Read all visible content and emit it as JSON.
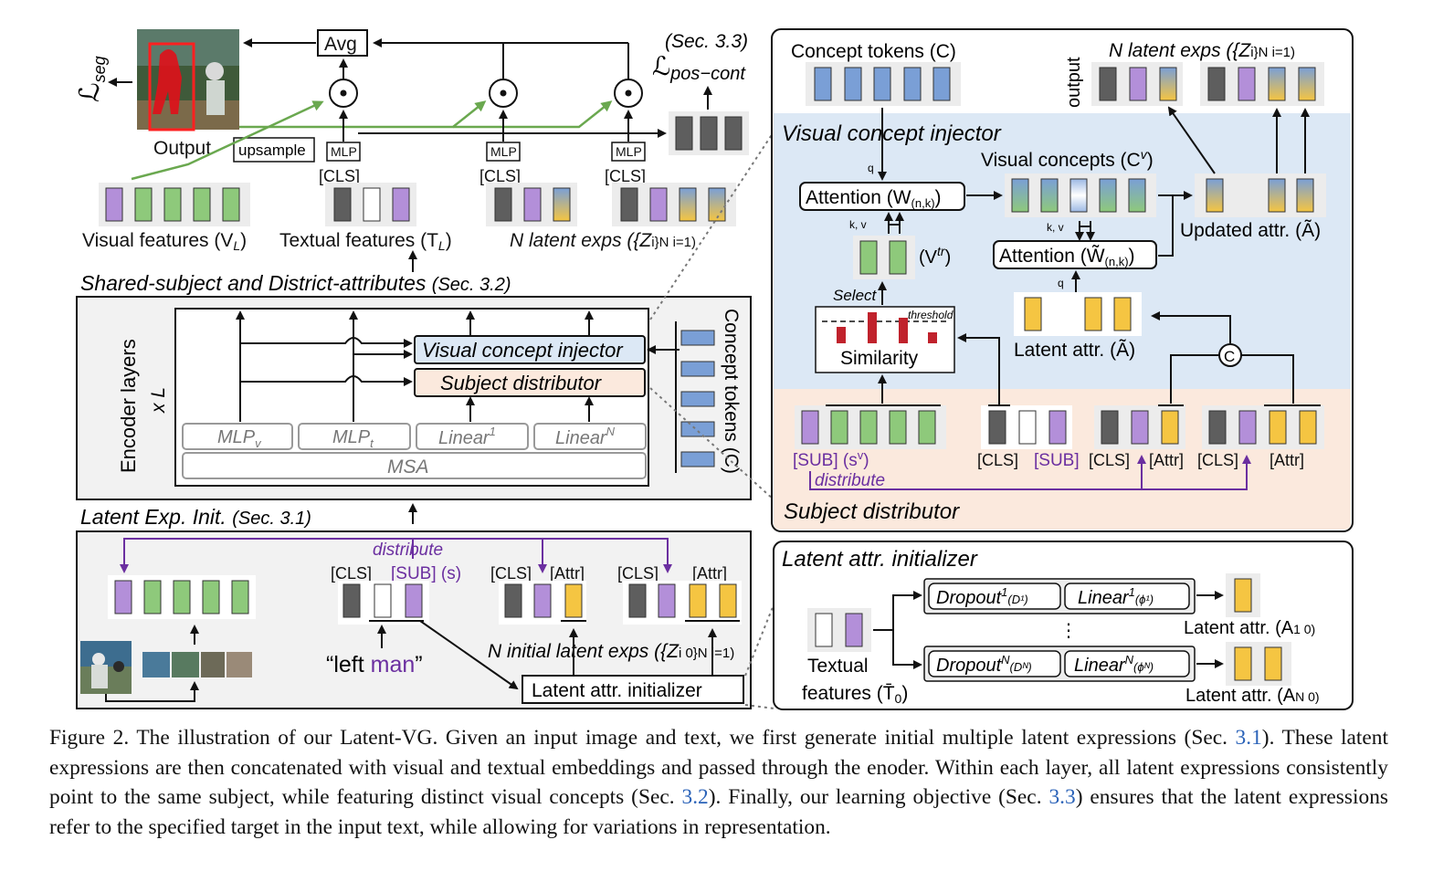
{
  "top": {
    "loss_seg": "ℒ",
    "loss_seg_sub": "seg",
    "output_label": "Output",
    "upsample_label": "upsample",
    "avg_label": "Avg",
    "sec33": "(Sec. 3.3)",
    "loss_pos": "ℒ",
    "loss_pos_sub": "pos−cont",
    "mlp": "MLP",
    "cls": "[CLS]",
    "visual_features": "Visual features (V",
    "visual_features_sub": "L",
    "textual_features": "Textual features (T",
    "textual_features_sub": "L",
    "latent_exps": "N latent exps ({Z",
    "latent_exps_tail": "i}N i=1)"
  },
  "shared": {
    "title": "Shared-subject and District-attributes",
    "sec": "(Sec. 3.2)",
    "encoder_layers": "Encoder layers",
    "times_l": "x L",
    "vci": "Visual concept injector",
    "subject_distributor": "Subject distributor",
    "mlp_v": "MLP",
    "mlp_v_sub": "v",
    "mlp_t": "MLP",
    "mlp_t_sub": "t",
    "linear1": "Linear",
    "linear1_sup": "1",
    "linearN": "Linear",
    "linearN_sup": "N",
    "msa": "MSA",
    "concept_tokens": "Concept tokens (C)"
  },
  "init": {
    "title": "Latent Exp. Init.",
    "sec": "(Sec. 3.1)",
    "distribute": "distribute",
    "cls": "[CLS]",
    "sub_s": "[SUB] (s)",
    "attr": "[Attr]",
    "left": "“left ",
    "man": "man",
    "quote_end": "”",
    "n_initial": "N initial latent exps ({Z",
    "n_initial_tail": "i 0}N i=1)",
    "initializer": "Latent attr. initializer"
  },
  "vci_panel": {
    "concept_tokens": "Concept tokens (C)",
    "output": "output",
    "n_latent": "N latent exps ({Z",
    "n_latent_tail": "i}N i=1)",
    "title": "Visual concept injector",
    "q": "q",
    "kv": "k, v",
    "attention": "Attention (W",
    "attention_sub": "(n,k)",
    "attention2": "Attention (W̃",
    "visual_concepts": "Visual  concepts (C",
    "visual_concepts_sup": "v",
    "updated_attr": "Updated attr. (Ã)",
    "vtr": "(V",
    "vtr_sup": "tr",
    "select": "Select",
    "threshold": "threshold",
    "similarity": "Similarity",
    "latent_attr": "Latent attr. (Ã)",
    "concat": "C"
  },
  "sd_panel": {
    "title": "Subject distributor",
    "sub_sv": "[SUB] (s",
    "sub_sv_sup": "v",
    "cls": "[CLS]",
    "sub": "[SUB]",
    "attr": "[Attr]",
    "distribute": "distribute"
  },
  "lai_panel": {
    "title": "Latent attr. initializer",
    "dropout1": "Dropout",
    "dropout1_sup": "1",
    "dropout1_arg": "(D¹)",
    "linear1": "Linear",
    "linear1_sup": "1",
    "linear1_arg": "(ϕ¹)",
    "dropoutN": "Dropout",
    "dropoutN_sup": "N",
    "dropoutN_arg": "(Dᴺ)",
    "linearN": "Linear",
    "linearN_sup": "N",
    "linearN_arg": "(ϕᴺ)",
    "dots": "⋮",
    "textual": "Textual",
    "features": "features (T̄",
    "features_sub": "0",
    "latent1": "Latent attr. (A",
    "latent1_tail": "1 0)",
    "latentN": "Latent attr. (A",
    "latentN_tail": "N 0)"
  },
  "caption": {
    "p1": "Figure 2. The illustration of our Latent-VG. Given an input image and text, we first generate initial multiple latent expressions (Sec. ",
    "r1": "3.1",
    "p2": "). These latent expressions are then concatenated with visual and textual embeddings and passed through the enoder. Within each layer, all latent expressions consistently point to the same subject, while featuring distinct visual concepts (Sec. ",
    "r2": "3.2",
    "p3": "). Finally, our learning objective (Sec. ",
    "r3": "3.3",
    "p4": ") ensures that the latent expressions refer to the specified target in the input text, while allowing for variations in representation."
  },
  "colors": {
    "purple": "#b38fd9",
    "green": "#8ec97b",
    "gray": "#5e5e5e",
    "yellow": "#f5c542",
    "blue": "#7a9fd6",
    "blue_bg": "#dce8f5",
    "orange_bg": "#fbe9dd",
    "arrow_green": "#6aa84f",
    "arrow_purple": "#6b2fa0",
    "red": "#c0222c"
  }
}
